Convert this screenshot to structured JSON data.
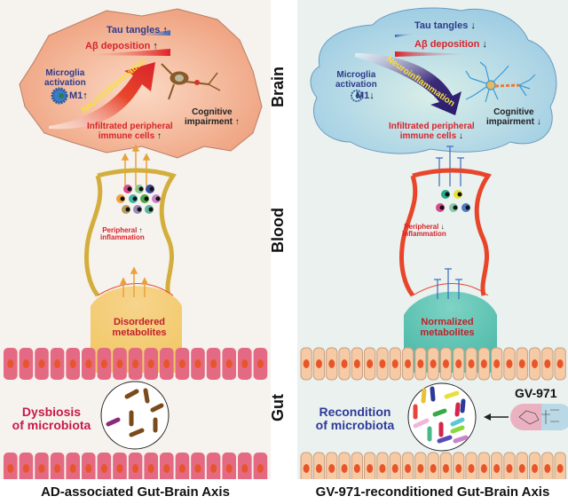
{
  "sections": {
    "brain": "Brain",
    "blood": "Blood",
    "gut": "Gut"
  },
  "left": {
    "caption": "AD-associated Gut-Brain Axis",
    "tau": "Tau tangles",
    "abeta": "Aβ deposition",
    "microglia_1": "Microglia",
    "microglia_2": "activation",
    "m1": "M1",
    "neuro": "Neuroinflammation",
    "infiltrated_1": "Infiltrated peripheral",
    "infiltrated_2": "immune cells",
    "cognitive_1": "Cognitive",
    "cognitive_2": "impairment",
    "peripheral_1": "Peripheral",
    "peripheral_2": "inflammation",
    "metab_1": "Disordered",
    "metab_2": "metabolites",
    "microbiota_1": "Dysbiosis",
    "microbiota_2": "of microbiota",
    "trend": "↑"
  },
  "right": {
    "caption": "GV-971-reconditioned Gut-Brain Axis",
    "tau": "Tau tangles",
    "abeta": "Aβ deposition",
    "microglia_1": "Microglia",
    "microglia_2": "activation",
    "m1": "M1",
    "neuro": "Neuroinflammation",
    "infiltrated_1": "Infiltrated peripheral",
    "infiltrated_2": "immune cells",
    "cognitive_1": "Cognitive",
    "cognitive_2": "impairment",
    "peripheral_1": "Peripheral",
    "peripheral_2": "inflammation",
    "metab_1": "Normalized",
    "metab_2": "metabolites",
    "microbiota_1": "Recondition",
    "microbiota_2": "of microbiota",
    "drug": "GV-971",
    "trend": "↓"
  },
  "colors": {
    "left_bg": "#f6f2ee",
    "right_bg": "#eaf1ef",
    "left_brain": "#f2ae8c",
    "right_brain": "#a9d3e6",
    "red_text": "#d8232a",
    "blue_text": "#2e3a8c",
    "left_vessel": "#d4ae3c",
    "right_vessel": "#e8452a",
    "left_cell": "#e36a82",
    "right_cell": "#f6caa4"
  }
}
